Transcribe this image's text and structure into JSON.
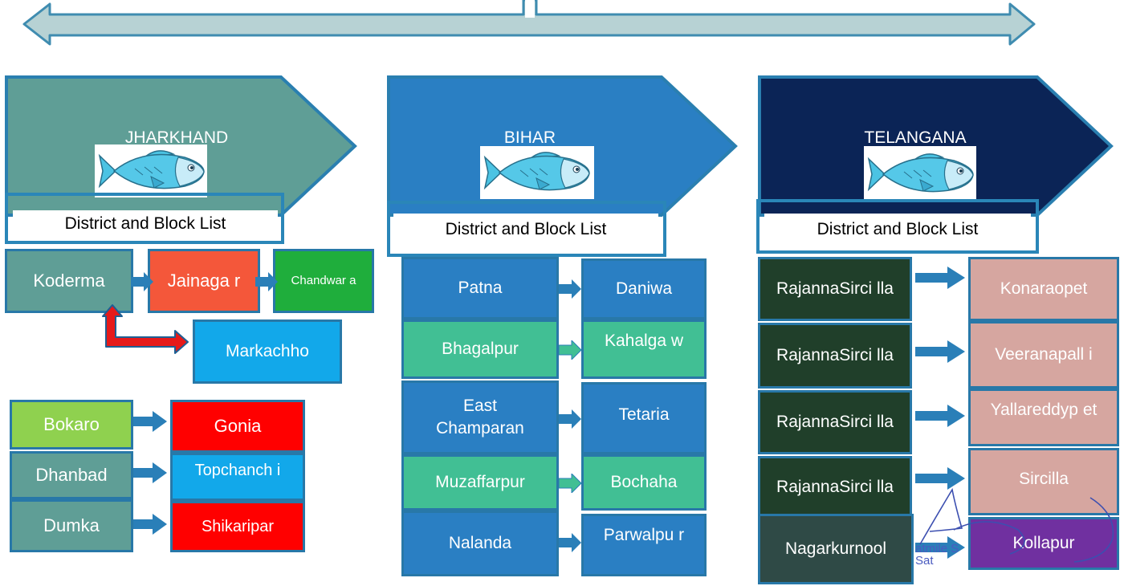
{
  "colors": {
    "jharkhand_header": "#5f9e96",
    "bihar_header": "#2a7fc3",
    "telangana_header": "#0b2456",
    "frame_border": "#2a86b8",
    "arrow": "#2a7fb8",
    "top_arrow": "#b7d2d4"
  },
  "icons": {
    "fish": "fish-icon",
    "signature": "signature-mark"
  },
  "jharkhand": {
    "title": "JHARKHAND",
    "list_label": "District and Block List",
    "groups": [
      {
        "district": "Koderma",
        "blocks": [
          "Jainaga r",
          "Chandwar a",
          "Markachho"
        ]
      },
      {
        "district": "Bokaro",
        "block": "Gonia"
      },
      {
        "district": "Dhanbad",
        "block": "Topchanch i"
      },
      {
        "district": "Dumka",
        "block": "Shikaripar"
      }
    ]
  },
  "bihar": {
    "title": "BIHAR",
    "list_label": "District and Block List",
    "rows": [
      {
        "district": "Patna",
        "block": "Daniwa"
      },
      {
        "district": "Bhagalpur",
        "block": "Kahalga w"
      },
      {
        "district": "East Champaran",
        "block": "Tetaria"
      },
      {
        "district": "Muzaffarpur",
        "block": "Bochaha"
      },
      {
        "district": "Nalanda",
        "block": "Parwalpu r"
      }
    ]
  },
  "telangana": {
    "title": "TELANGANA",
    "list_label": "District and Block List",
    "rows": [
      {
        "district": "RajannaSirci lla",
        "block": "Konaraopet"
      },
      {
        "district": "RajannaSirci lla",
        "block": "Veeranapall i"
      },
      {
        "district": "RajannaSirci lla",
        "block": "Yallareddyp et"
      },
      {
        "district": "RajannaSirci lla",
        "block": "Sircilla"
      },
      {
        "district": "Nagarkurnool",
        "block": "Kollapur"
      }
    ],
    "signature_text": "atmile S Sat"
  }
}
